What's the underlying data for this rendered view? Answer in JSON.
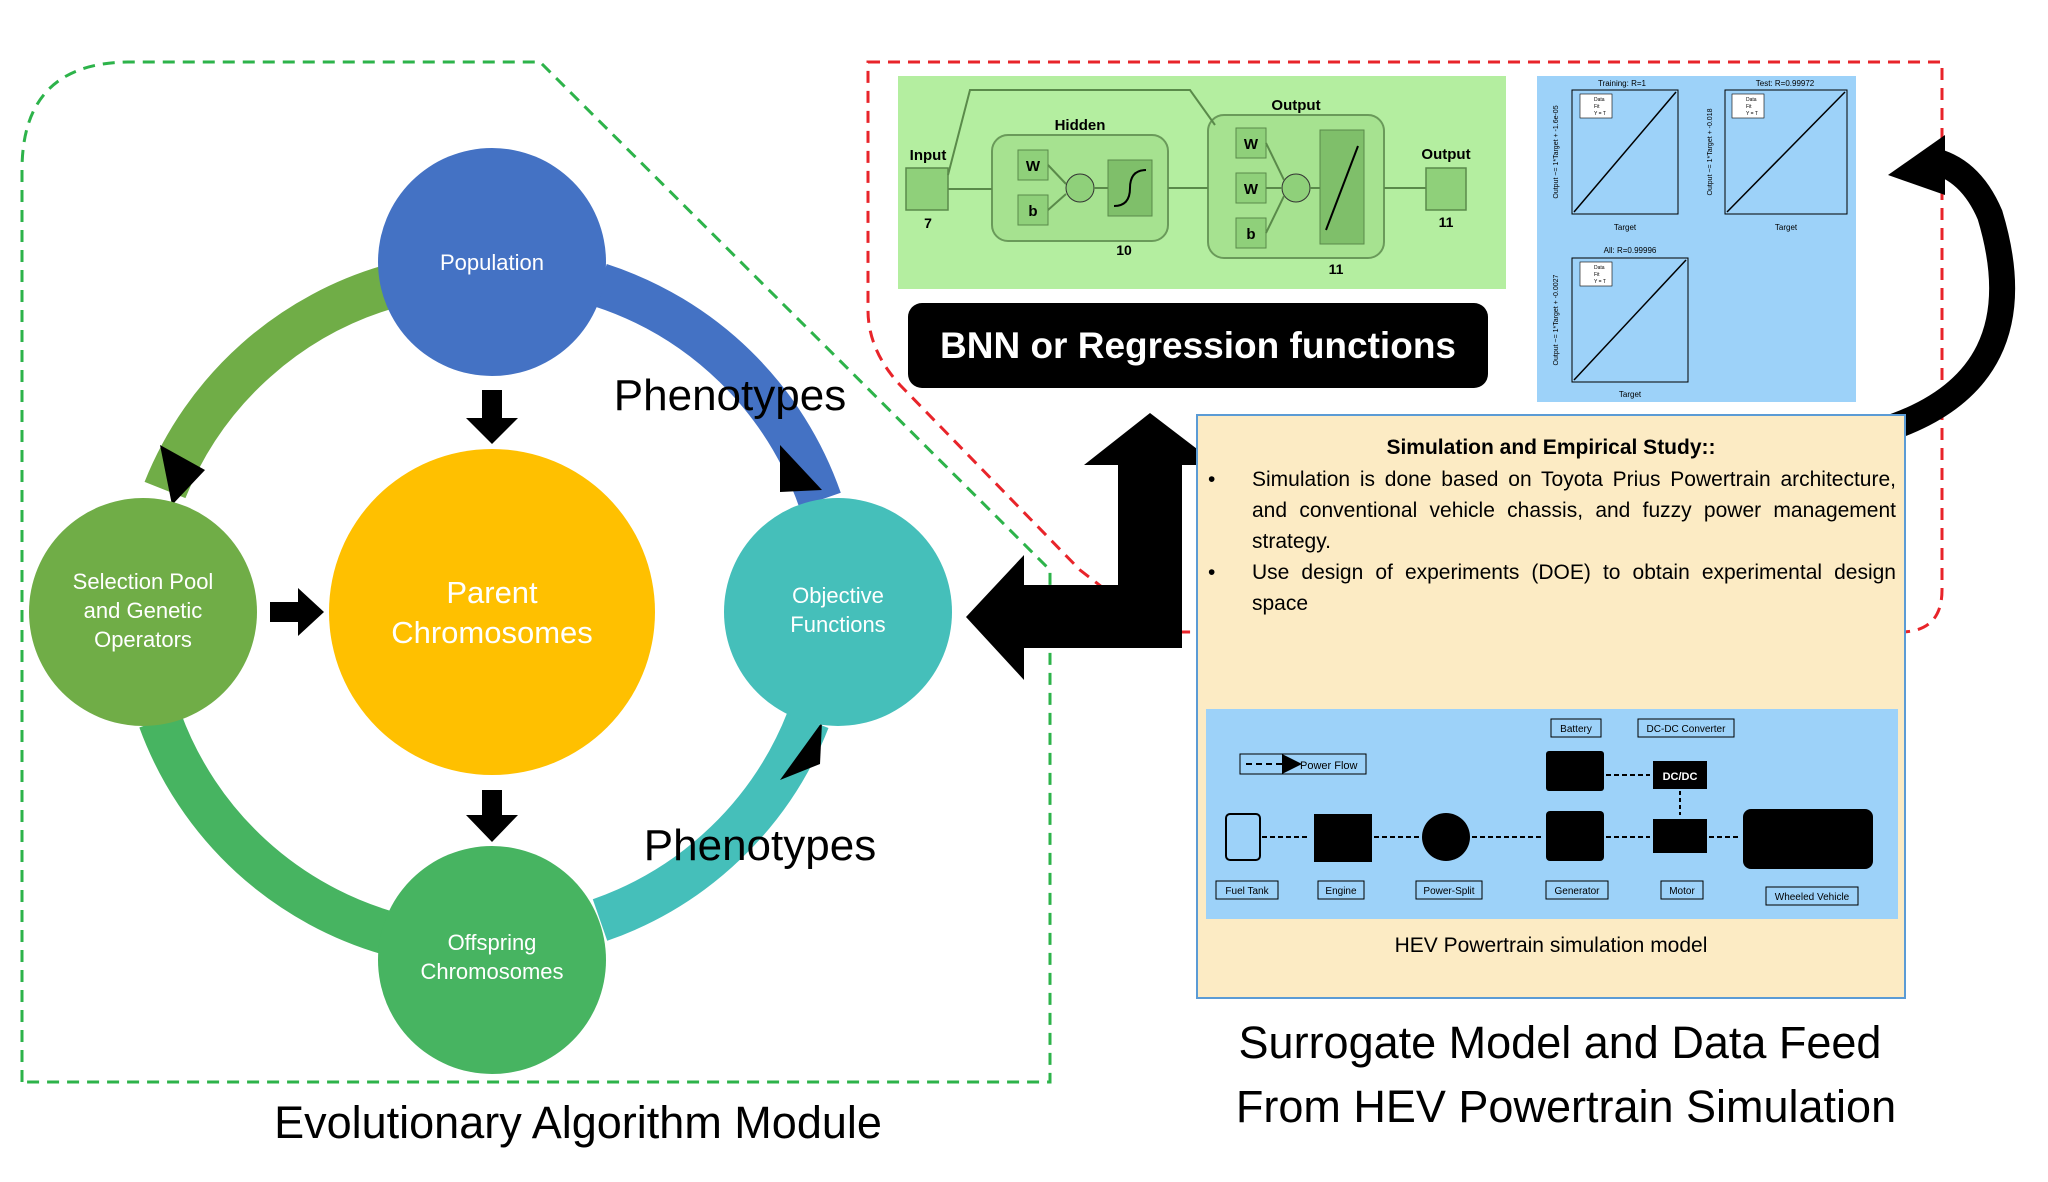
{
  "ea_module": {
    "caption": "Evolutionary Algorithm Module",
    "nodes": {
      "population": "Population",
      "parent_line1": "Parent",
      "parent_line2": "Chromosomes",
      "selection_line1": "Selection Pool",
      "selection_line2": "and Genetic",
      "selection_line3": "Operators",
      "objective_line1": "Objective",
      "objective_line2": "Functions",
      "offspring_line1": "Offspring",
      "offspring_line2": "Chromosomes"
    },
    "phenotypes_top": "Phenotypes",
    "phenotypes_bottom": "Phenotypes"
  },
  "nn_diagram": {
    "input_label": "Input",
    "input_count": "7",
    "hidden_label": "Hidden",
    "hidden_count": "10",
    "output_layer_label": "Output",
    "output_layer_count": "11",
    "output_label": "Output",
    "output_count": "11",
    "w": "W",
    "b": "b"
  },
  "regression_plots": {
    "training_title": "Training: R=1",
    "test_title": "Test: R=0.99972",
    "all_title": "All: R=0.99996",
    "xlabel": "Target",
    "legend": [
      "Data",
      "Fit",
      "Y = T"
    ],
    "training_ylabel": "Output ~= 1*Target + -1.6e-05",
    "test_ylabel": "Output ~= 1*Target + -0.018",
    "all_ylabel": "Output ~= 1*Target + -0.0027"
  },
  "bnn_label": "BNN or Regression functions",
  "study": {
    "title": "Simulation and Empirical Study::",
    "bullets": [
      "Simulation is done based on Toyota Prius Powertrain architecture, and conventional vehicle chassis, and fuzzy power management strategy.",
      "Use design of experiments (DOE) to obtain experimental design space"
    ],
    "hev_caption": "HEV Powertrain simulation model"
  },
  "hev_diagram": {
    "power_flow": "Power Flow",
    "battery": "Battery",
    "dcdc_converter": "DC-DC Converter",
    "dcdc": "DC/DC",
    "fuel_tank": "Fuel Tank",
    "engine": "Engine",
    "power_split": "Power-Split",
    "generator": "Generator",
    "motor": "Motor",
    "wheeled_vehicle": "Wheeled Vehicle"
  },
  "surrogate_caption_line1": "Surrogate Model and Data Feed",
  "surrogate_caption_line2": "From HEV Powertrain Simulation",
  "colors": {
    "population": "#4472c4",
    "parent": "#ffc000",
    "selection": "#70ad47",
    "objective": "#45bfba",
    "offspring": "#47b461",
    "green_dash": "#2db34a",
    "red_dash": "#e8242a",
    "nn_bg": "#b4eea0",
    "plot_bg": "#9dd2f9",
    "study_bg": "#fcebc4"
  }
}
